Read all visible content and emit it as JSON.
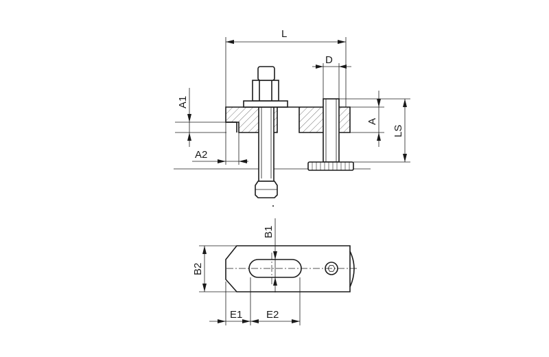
{
  "dimensions": {
    "L": "L",
    "D": "D",
    "A": "A",
    "LS": "LS",
    "A1": "A1",
    "A2": "A2",
    "B1": "B1",
    "B2": "B2",
    "E1": "E1",
    "E2": "E2"
  }
}
